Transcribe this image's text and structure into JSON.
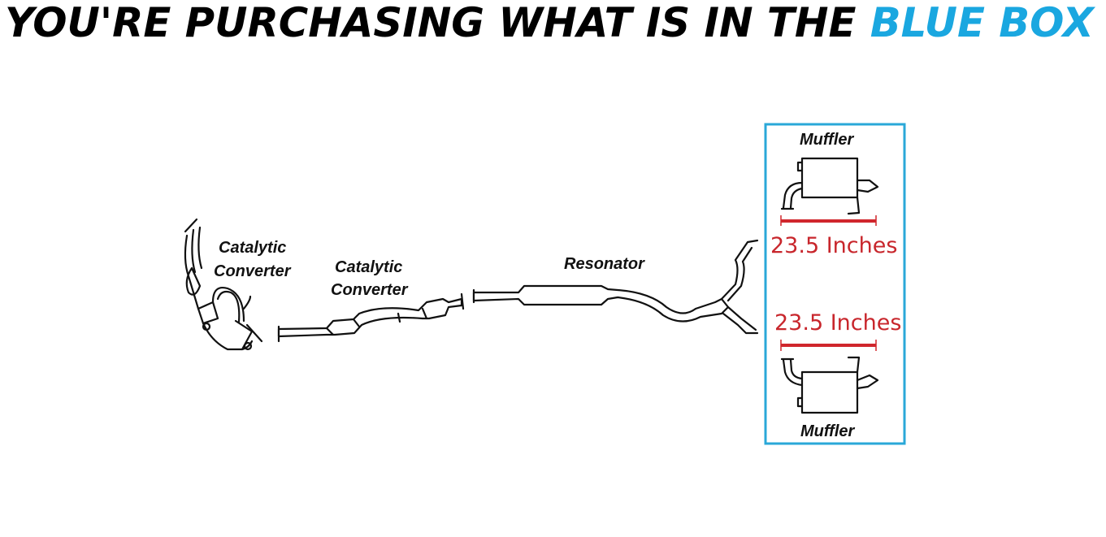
{
  "header": {
    "title_main": "YOU'RE PURCHASING WHAT IS IN THE ",
    "title_highlight": "BLUE BOX"
  },
  "labels": {
    "cat1_line1": "Catalytic",
    "cat1_line2": "Converter",
    "cat2_line1": "Catalytic",
    "cat2_line2": "Converter",
    "resonator": "Resonator",
    "muffler_top": "Muffler",
    "muffler_bottom": "Muffler",
    "measure_top": "23.5 Inches",
    "measure_bottom": "23.5 Inches"
  },
  "colors": {
    "highlight": "#1aa7e0",
    "box_border": "#2aa8d8",
    "measure": "#d0262c"
  }
}
